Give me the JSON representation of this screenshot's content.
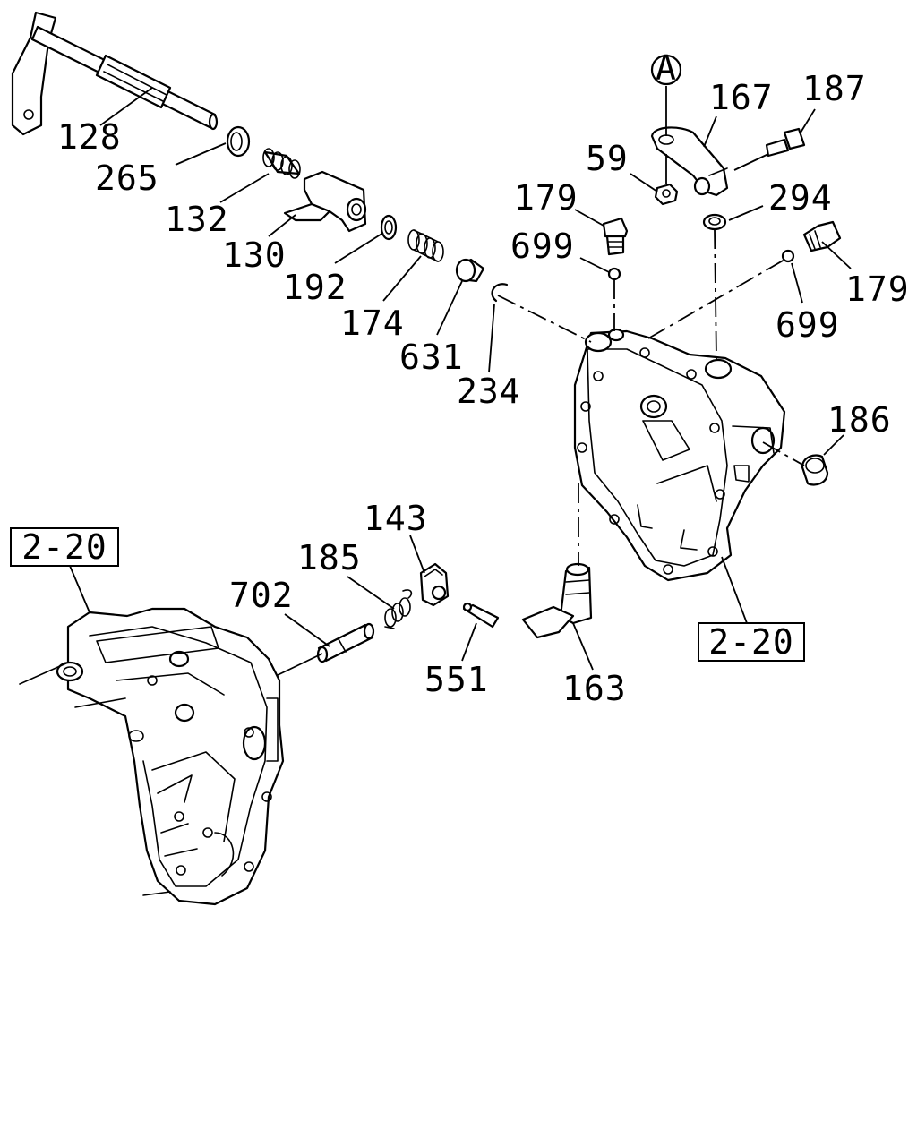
{
  "labels": {
    "p128": "128",
    "p265": "265",
    "p132": "132",
    "p130": "130",
    "p192": "192",
    "p174": "174",
    "p631": "631",
    "p234": "234",
    "p179a": "179",
    "p699a": "699",
    "p59": "59",
    "p167": "167",
    "p187": "187",
    "p294": "294",
    "p179b": "179",
    "p699b": "699",
    "p186": "186",
    "p143": "143",
    "p185": "185",
    "p702": "702",
    "p551": "551",
    "p163": "163",
    "ref_a": "2-20",
    "ref_b": "2-20",
    "circle_a": "A"
  }
}
